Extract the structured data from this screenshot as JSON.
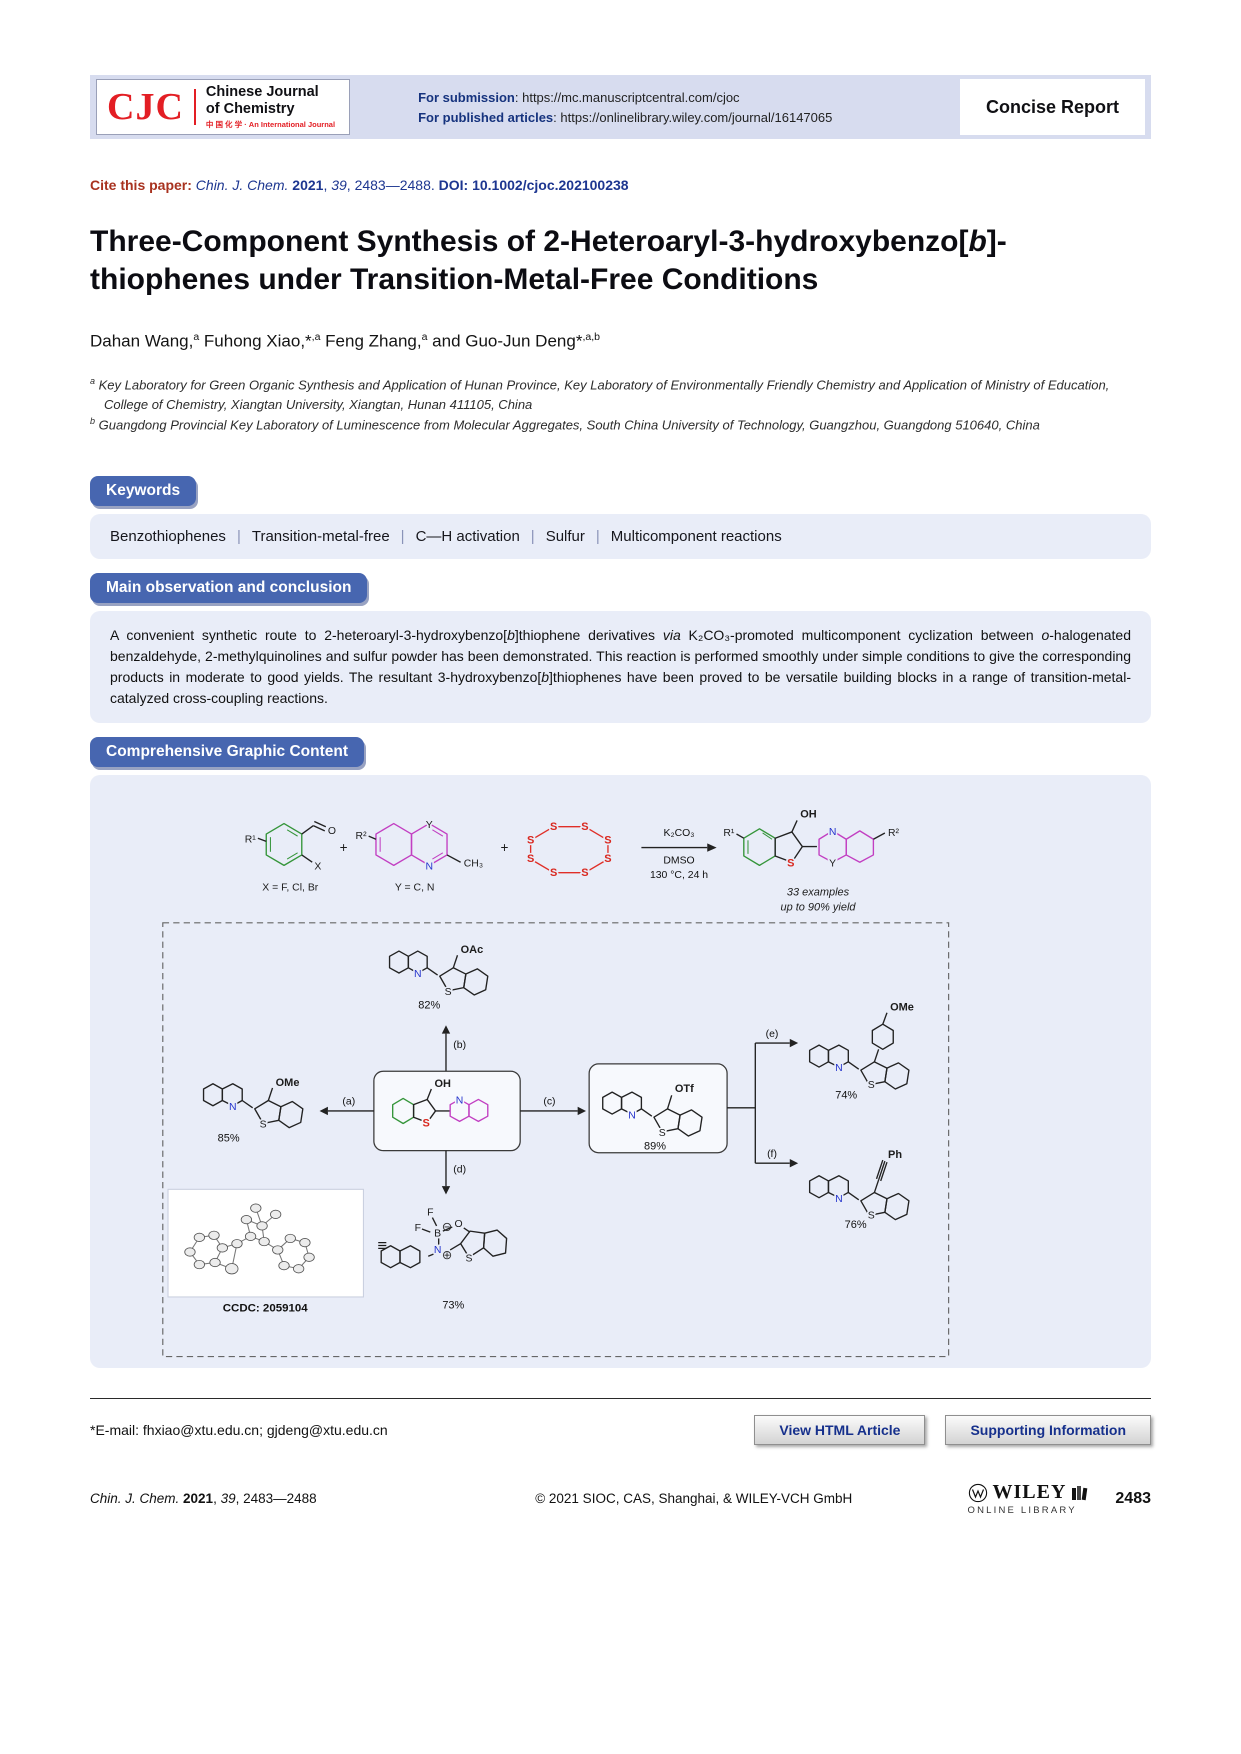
{
  "header": {
    "logo": {
      "abbr": "CJC",
      "name_line1": "Chinese Journal",
      "name_line2": "of Chemistry",
      "subtitle": "中 国 化 学 · An International Journal"
    },
    "submission": {
      "label": "For submission",
      "value": ": https://mc.manuscriptcentral.com/cjoc"
    },
    "published": {
      "label": "For published articles",
      "value": ": https://onlinelibrary.wiley.com/journal/16147065"
    },
    "article_type": "Concise Report"
  },
  "cite": {
    "segments": [
      {
        "t": "Cite this paper: ",
        "s": "b maroon"
      },
      {
        "t": "Chin. J. Chem. ",
        "s": "i blue"
      },
      {
        "t": "2021",
        "s": "b blue"
      },
      {
        "t": ", ",
        "s": "blue"
      },
      {
        "t": "39",
        "s": "i blue"
      },
      {
        "t": ", 2483—2488. ",
        "s": "blue"
      },
      {
        "t": "DOI: 10.1002/cjoc.202100238",
        "s": "b blue"
      }
    ]
  },
  "title": {
    "line1": [
      {
        "t": "Three-Component Synthesis of 2-Heteroaryl-3-hydroxybenzo[",
        "s": ""
      },
      {
        "t": "b",
        "s": "i"
      },
      {
        "t": "]-",
        "s": ""
      }
    ],
    "line2": [
      {
        "t": "thiophenes under Transition-Metal-Free Conditions",
        "s": ""
      }
    ]
  },
  "authors": {
    "segments": [
      {
        "t": "Dahan Wang,",
        "s": ""
      },
      {
        "t": "a",
        "s": "sup"
      },
      {
        "t": " Fuhong Xiao,*",
        "s": ""
      },
      {
        "t": ",a",
        "s": "sup"
      },
      {
        "t": " Feng Zhang,",
        "s": ""
      },
      {
        "t": "a",
        "s": "sup"
      },
      {
        "t": " and Guo-Jun Deng*",
        "s": ""
      },
      {
        "t": ",a,b",
        "s": "sup"
      }
    ]
  },
  "affiliations": [
    {
      "marker": "a",
      "text": "Key Laboratory for Green Organic Synthesis and Application of Hunan Province, Key Laboratory of Environmentally Friendly Chemistry and Application of Ministry of Education, College of Chemistry, Xiangtan University, Xiangtan, Hunan 411105, China"
    },
    {
      "marker": "b",
      "text": "Guangdong Provincial Key Laboratory of Luminescence from Molecular Aggregates, South China University of Technology, Guangzhou, Guangdong 510640, China"
    }
  ],
  "keywords": {
    "heading": "Keywords",
    "items": [
      "Benzothiophenes",
      "Transition-metal-free",
      "C—H activation",
      "Sulfur",
      "Multicomponent reactions"
    ],
    "separator": "|"
  },
  "abstract": {
    "heading": "Main observation and conclusion",
    "segments": [
      {
        "t": "A convenient synthetic route to 2-heteroaryl-3-hydroxybenzo[",
        "s": ""
      },
      {
        "t": "b",
        "s": "i"
      },
      {
        "t": "]thiophene derivatives ",
        "s": ""
      },
      {
        "t": "via",
        "s": "i"
      },
      {
        "t": " K₂CO₃-promoted multicomponent cyclization between ",
        "s": ""
      },
      {
        "t": "o",
        "s": "i"
      },
      {
        "t": "-halogenated benzaldehyde, 2-methylquinolines and sulfur powder has been demonstrated. This reaction is performed smoothly under simple conditions to give the corresponding products in moderate to good yields. The resultant 3-hydroxybenzo[",
        "s": ""
      },
      {
        "t": "b",
        "s": "i"
      },
      {
        "t": "]thiophenes have been proved to be versatile building blocks in a range of transition-metal-catalyzed cross-coupling reactions.",
        "s": ""
      }
    ]
  },
  "graphic": {
    "heading": "Comprehensive Graphic Content"
  },
  "scheme": {
    "atoms": {
      "s": "S",
      "n": "N",
      "o": "O",
      "oh": "OH",
      "f": "F",
      "b": "B",
      "y": "Y",
      "x": "X",
      "r1": "R¹",
      "r2": "R²",
      "ch3": "CH₃",
      "ph": "Ph",
      "plus": "+",
      "equiv": "≡"
    },
    "top": {
      "x_note": "X = F, Cl, Br",
      "y_note": "Y = C, N",
      "reagent": "K₂CO₃",
      "solvent": "DMSO",
      "conditions": "130 °C, 24 h",
      "examples": "33 examples",
      "yield": "up to 90% yield"
    },
    "derivatives": {
      "a": {
        "label": "(a)",
        "substituent": "OMe",
        "yield": "85%"
      },
      "b": {
        "label": "(b)",
        "substituent": "OAc",
        "yield": "82%"
      },
      "c": {
        "label": "(c)",
        "substituent": "OTf",
        "yield": "89%"
      },
      "d": {
        "label": "(d)",
        "yield": "73%"
      },
      "e": {
        "label": "(e)",
        "substituent": "OMe",
        "yield": "74%"
      },
      "f": {
        "label": "(f)",
        "substituent": "Ph",
        "yield": "76%"
      },
      "ccdc": "CCDC: 2059104"
    }
  },
  "footer": {
    "email": "*E-mail: fhxiao@xtu.edu.cn; gjdeng@xtu.edu.cn",
    "buttons": {
      "html": "View HTML Article",
      "si": "Supporting Information"
    },
    "cite_segments": [
      {
        "t": "Chin. J. Chem. ",
        "s": "i"
      },
      {
        "t": "2021",
        "s": "b"
      },
      {
        "t": ", ",
        "s": ""
      },
      {
        "t": "39",
        "s": "i"
      },
      {
        "t": ", 2483—2488",
        "s": ""
      }
    ],
    "copyright": "© 2021 SIOC, CAS, Shanghai, & WILEY-VCH GmbH",
    "publisher": {
      "name": "WILEY",
      "tagline": "ONLINE LIBRARY"
    },
    "page_number": "2483"
  }
}
